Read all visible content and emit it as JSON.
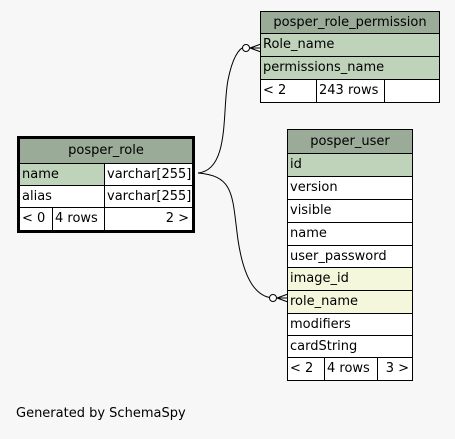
{
  "tables": {
    "posper_role_permission": {
      "title": "posper_role_permission",
      "rows": [
        "Role_name",
        "permissions_name"
      ],
      "nav": {
        "prev": "< 2",
        "rows": "243 rows",
        "next": ""
      }
    },
    "posper_role": {
      "title": "posper_role",
      "rows": [
        {
          "name": "name",
          "type": "varchar[255]"
        },
        {
          "name": "alias",
          "type": "varchar[255]"
        }
      ],
      "nav": {
        "prev": "< 0",
        "rows": "4 rows",
        "next": "2 >"
      }
    },
    "posper_user": {
      "title": "posper_user",
      "rows": [
        "id",
        "version",
        "visible",
        "name",
        "user_password",
        "image_id",
        "role_name",
        "modifiers",
        "cardString"
      ],
      "nav": {
        "prev": "< 2",
        "rows": "4 rows",
        "next": "3 >"
      }
    }
  },
  "colors": {
    "header": "#9aab98",
    "primary_key": "#bfd3bb",
    "foreign_key": "#f4f7dc",
    "background": "#f7f7f7"
  },
  "relationships": [
    {
      "from": "posper_role.name",
      "to": "posper_role_permission.Role_name"
    },
    {
      "from": "posper_role.name",
      "to": "posper_user.role_name"
    }
  ],
  "footer": "Generated by SchemaSpy"
}
